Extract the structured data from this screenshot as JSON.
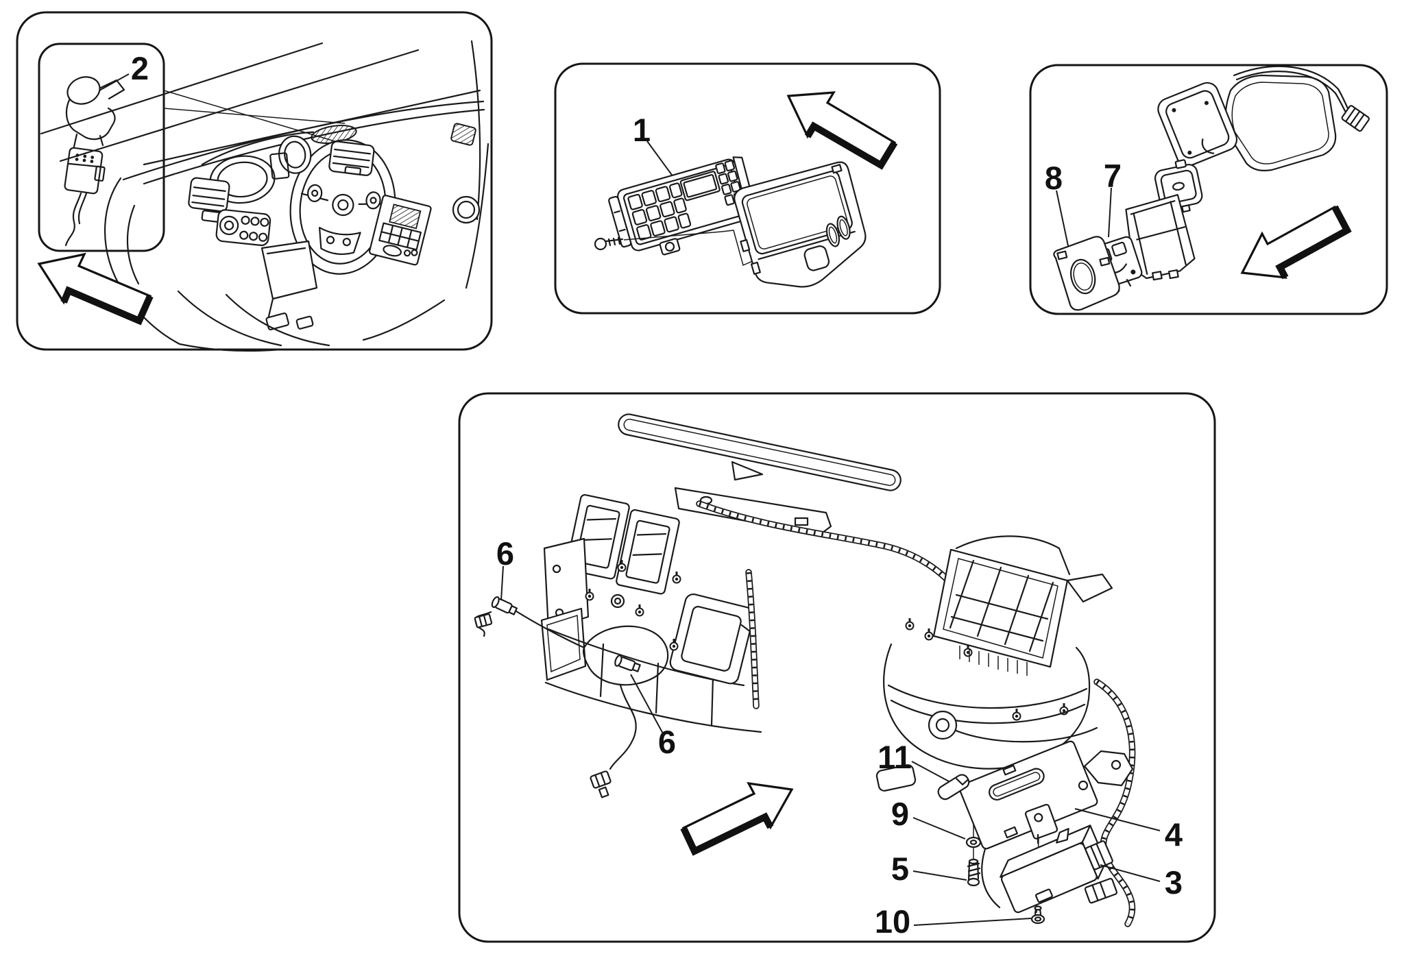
{
  "diagram": {
    "background_color": "#ffffff",
    "line_color": "#1a1a1a",
    "panels": [
      {
        "id": "dashboard-location",
        "description": "dashboard location view with sensor inset",
        "arrow_direction": "up-left",
        "callouts": [
          {
            "n": "2"
          }
        ]
      },
      {
        "id": "climate-control-panel",
        "description": "climate control panel and trim bezel exploded view",
        "arrow_direction": "up-left",
        "callouts": [
          {
            "n": "1"
          }
        ]
      },
      {
        "id": "rearview-mirror",
        "description": "rearview mirror and sensor covers exploded view",
        "arrow_direction": "down-left",
        "callouts": [
          {
            "n": "8"
          },
          {
            "n": "7"
          }
        ]
      },
      {
        "id": "hvac-assembly",
        "description": "HVAC unit assembly with control module and fasteners",
        "arrow_direction": "up-right",
        "callouts": [
          {
            "n": "6"
          },
          {
            "n": "6"
          },
          {
            "n": "11"
          },
          {
            "n": "9"
          },
          {
            "n": "5"
          },
          {
            "n": "10"
          },
          {
            "n": "4"
          },
          {
            "n": "3"
          }
        ]
      }
    ]
  }
}
